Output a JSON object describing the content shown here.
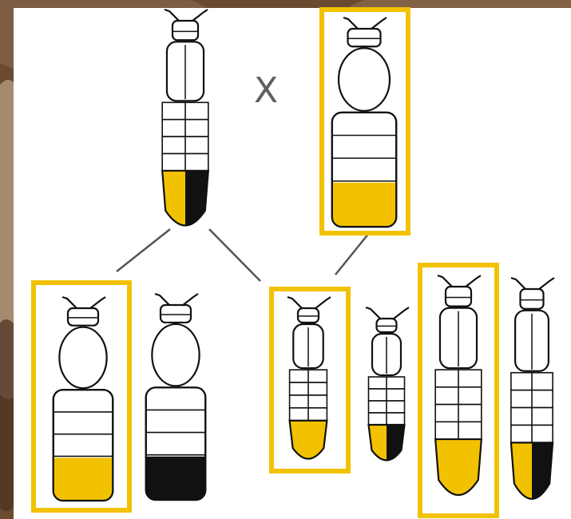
{
  "cross_symbol": "X",
  "colors": {
    "highlight_box": "#f2c200",
    "yellow_tip": "#f2c200",
    "black_tip": "#111111",
    "body_outline": "#111111",
    "connector_line": "#555555",
    "panel_background": "#ffffff",
    "photo_background": "#6b4a30"
  },
  "figures": [
    {
      "id": "parent-male",
      "form": "slender",
      "tip": [
        "yellow",
        "black"
      ],
      "highlighted": false
    },
    {
      "id": "parent-female",
      "form": "stout",
      "tip": [
        "yellow"
      ],
      "highlighted": true
    },
    {
      "id": "offspring-1",
      "form": "stout",
      "tip": [
        "yellow"
      ],
      "highlighted": true
    },
    {
      "id": "offspring-2",
      "form": "stout",
      "tip": [
        "black"
      ],
      "highlighted": false
    },
    {
      "id": "offspring-3",
      "form": "slender",
      "tip": [
        "yellow"
      ],
      "highlighted": true
    },
    {
      "id": "offspring-4",
      "form": "slender",
      "tip": [
        "yellow",
        "black"
      ],
      "highlighted": false
    },
    {
      "id": "offspring-5",
      "form": "slender",
      "tip": [
        "yellow"
      ],
      "highlighted": true
    },
    {
      "id": "offspring-6",
      "form": "slender",
      "tip": [
        "yellow",
        "black"
      ],
      "highlighted": false
    }
  ]
}
